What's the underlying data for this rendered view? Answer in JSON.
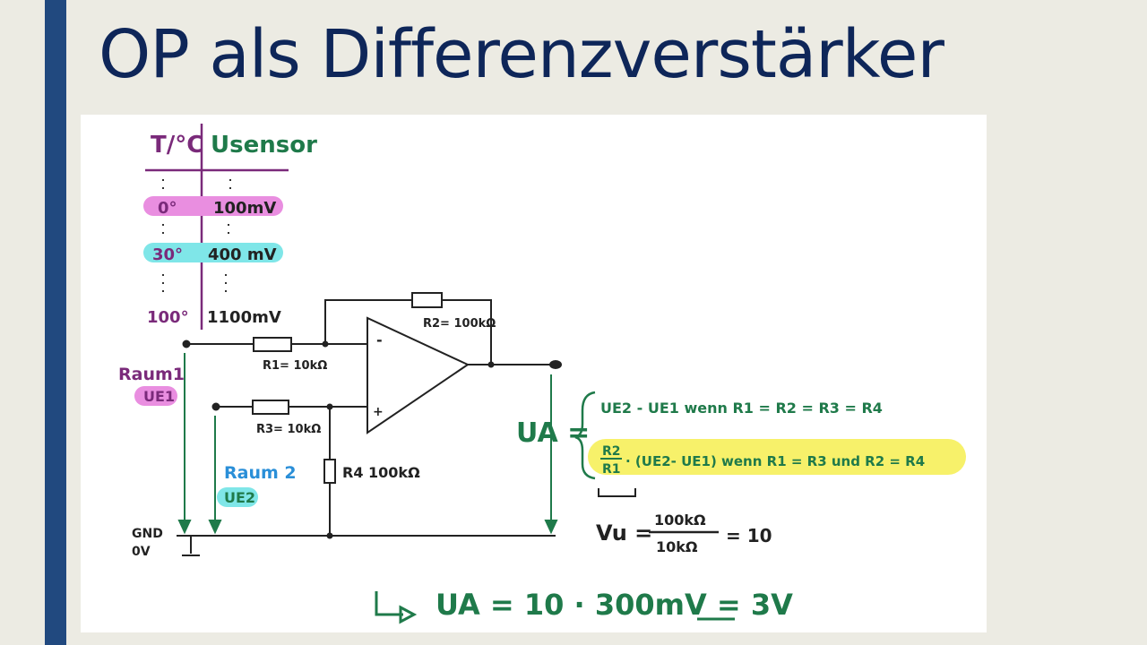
{
  "slide": {
    "title": "OP als Differenzverstärker"
  },
  "table": {
    "header_temp": "T/°C",
    "header_voltage": "Usensor",
    "rows": [
      {
        "temp": "0°",
        "voltage": "100mV",
        "highlight": "#e98ee0"
      },
      {
        "temp": "30°",
        "voltage": "400 mV",
        "highlight": "#7fe6e8"
      },
      {
        "temp": "100°",
        "voltage": "1100mV",
        "highlight": ""
      }
    ]
  },
  "circuit": {
    "r1": "R1= 10kΩ",
    "r2": "R2= 100kΩ",
    "r3": "R3= 10kΩ",
    "r4": "R4 100kΩ",
    "minus": "-",
    "plus": "+",
    "raum1": "Raum1",
    "ue1": "UE1",
    "raum2": "Raum 2",
    "ue2": "UE2",
    "gnd": "GND",
    "zero_v": "0V",
    "ua": "UA ="
  },
  "formulas": {
    "case1": "UE2 - UE1   wenn R1 = R2 = R3 = R4",
    "case2_fraction_num": "R2",
    "case2_fraction_den": "R1",
    "case2_rest": "· (UE2- UE1) wenn R1 = R3  und  R2 = R4",
    "vu_label": "Vu =",
    "vu_num": "100kΩ",
    "vu_den": "10kΩ",
    "vu_result": "= 10",
    "result": "UA = 10 · 300mV = 3V"
  },
  "colors": {
    "title": "#0e2659",
    "sidebar": "#21497f",
    "ink_green": "#1f7a4a",
    "ink_purple": "#7a2a7a",
    "ink_blue": "#2a8fd8",
    "pink": "#e98ee0",
    "cyan": "#7fe6e8",
    "yellow": "#f6f05a"
  }
}
